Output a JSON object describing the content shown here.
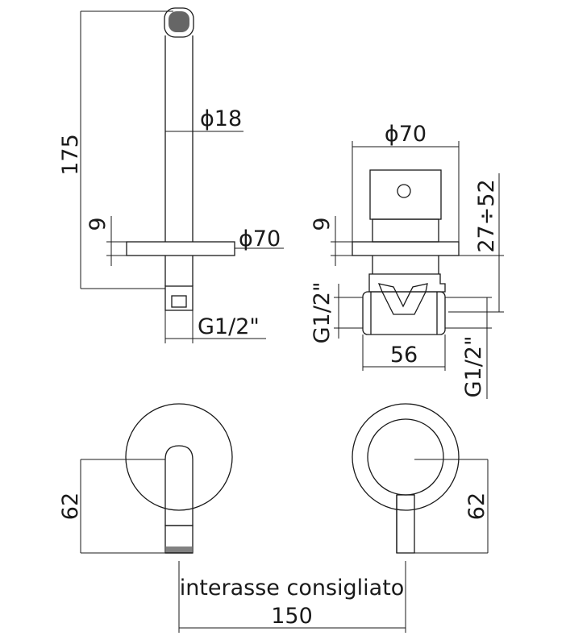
{
  "dimensions": {
    "height_175": "175",
    "diameter_18": "ϕ18",
    "side_flange_thickness": "9",
    "side_flange_diameter": "ϕ70",
    "side_thread": "G1/2\"",
    "front_flange_diameter": "ϕ70",
    "front_flange_thickness": "9",
    "adjust_range": "27÷52",
    "body_width": "56",
    "left_thread": "G1/2\"",
    "right_thread": "G1/2\"",
    "spout_height": "62",
    "mixer_height": "62",
    "recommended_label": "interasse consigliato",
    "center_distance": "150"
  }
}
